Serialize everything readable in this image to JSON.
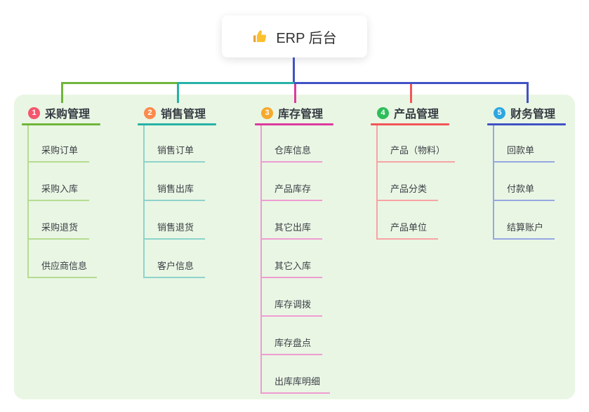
{
  "root": {
    "label": "ERP 后台",
    "icon": "thumbs-up-icon"
  },
  "colors": {
    "page_background": "#ffffff",
    "panel_background": "#e9f6e4",
    "root_connector": "#4152c5",
    "root_card_background": "#ffffff",
    "title_text": "#363b42",
    "child_text": "#3d4046"
  },
  "branches": [
    {
      "index": "1",
      "title": "采购管理",
      "badge_color": "#f5566c",
      "line_color": "#6fb63b",
      "child_line_color": "#b5dc90",
      "children": [
        "采购订单",
        "采购入库",
        "采购退货",
        "供应商信息"
      ]
    },
    {
      "index": "2",
      "title": "销售管理",
      "badge_color": "#fb8b4d",
      "line_color": "#27b2a6",
      "child_line_color": "#8ed3cb",
      "children": [
        "销售订单",
        "销售出库",
        "销售退货",
        "客户信息"
      ]
    },
    {
      "index": "3",
      "title": "库存管理",
      "badge_color": "#f5a92e",
      "line_color": "#dd3a9e",
      "child_line_color": "#ef9cd2",
      "children": [
        "仓库信息",
        "产品库存",
        "其它出库",
        "其它入库",
        "库存调拨",
        "库存盘点",
        "出库库明细"
      ]
    },
    {
      "index": "4",
      "title": "产品管理",
      "badge_color": "#2ebd5b",
      "line_color": "#f25658",
      "child_line_color": "#f8a3a4",
      "children": [
        "产品（物料）",
        "产品分类",
        "产品单位"
      ]
    },
    {
      "index": "5",
      "title": "财务管理",
      "badge_color": "#2ca7e0",
      "line_color": "#4152c5",
      "child_line_color": "#96a7e2",
      "children": [
        "回款单",
        "付款单",
        "结算账户"
      ]
    }
  ]
}
